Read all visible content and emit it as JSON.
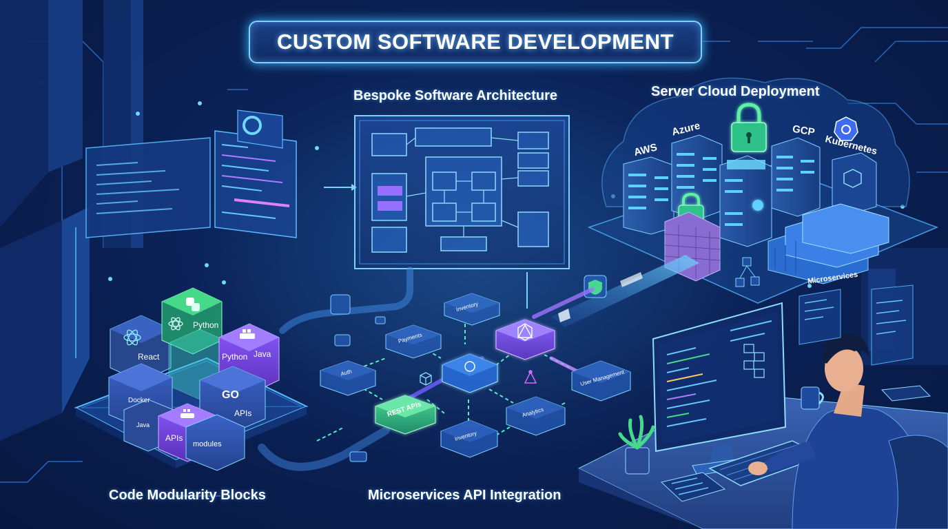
{
  "title": "CUSTOM SOFTWARE DEVELOPMENT",
  "sections": {
    "architecture": "Bespoke Software Architecture",
    "cloud": "Server Cloud Deployment",
    "modularity": "Code Modularity Blocks",
    "integration": "Microservices API Integration"
  },
  "cloud_labels": {
    "aws": "AWS",
    "azure": "Azure",
    "gcp": "GCP",
    "kubernetes": "Kubernetes",
    "microservices": "Microservices"
  },
  "blocks": {
    "react": "React",
    "python_top": "Python",
    "python": "Python",
    "java": "Java",
    "docker": "Docker",
    "go": "GO",
    "apis_right": "APIs",
    "apis_front": "APIs",
    "modules": "modules",
    "java_small": "Java"
  },
  "services": {
    "inventory_top": "Inventory",
    "payments": "Payments",
    "auth": "Auth",
    "rest_apis": "REST APIs",
    "user_management": "User Management",
    "analytics": "Analytics",
    "inventory_bottom": "Inventory"
  },
  "colors": {
    "background": "#0b2257",
    "accent_cyan": "#3ab6ff",
    "accent_purple": "#8a4dff",
    "accent_green": "#39e88a",
    "panel": "#132f6e"
  },
  "icons": [
    "padlock-icon",
    "kubernetes-icon",
    "python-icon",
    "react-icon",
    "docker-icon",
    "cube-icon",
    "graphql-icon",
    "shield-icon",
    "plant-icon",
    "mug-icon"
  ]
}
